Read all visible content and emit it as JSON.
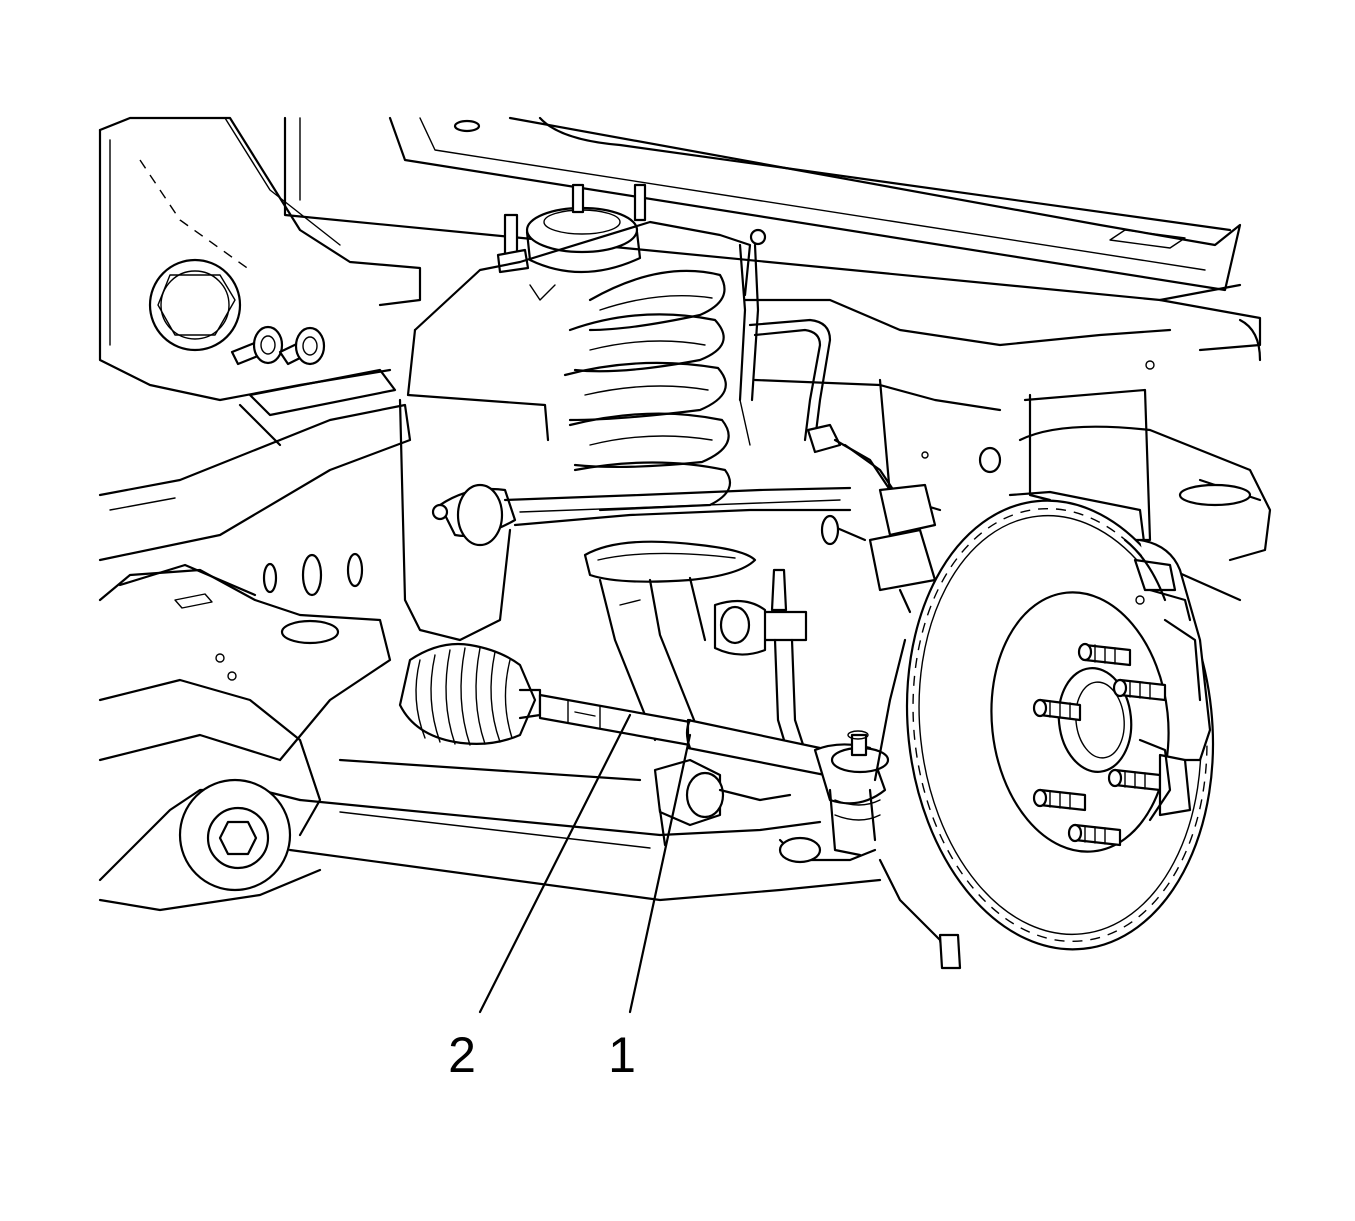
{
  "diagram": {
    "callouts": [
      {
        "id": "callout-1",
        "label": "1"
      },
      {
        "id": "callout-2",
        "label": "2"
      }
    ]
  }
}
